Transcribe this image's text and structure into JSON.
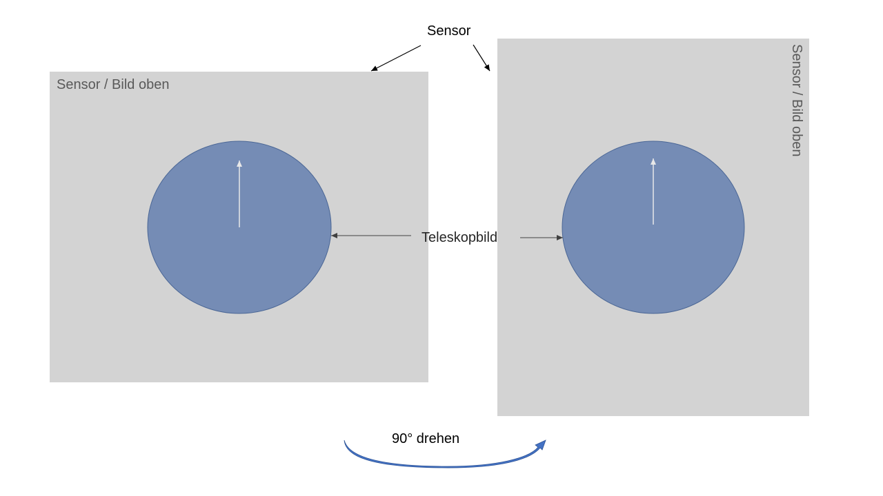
{
  "labels": {
    "sensor": "Sensor",
    "sensor_top_left": "Sensor / Bild oben",
    "sensor_top_right": "Sensor / Bild oben",
    "telescope_image": "Teleskopbild",
    "rotate": "90° drehen"
  },
  "colors": {
    "sensor_fill": "#d3d3d3",
    "circle_fill": "#758cb5",
    "circle_stroke": "#4a6695",
    "rotate_arrow": "#4472c4",
    "pointer_line": "#000000",
    "up_arrow": "#e8e8e8"
  }
}
